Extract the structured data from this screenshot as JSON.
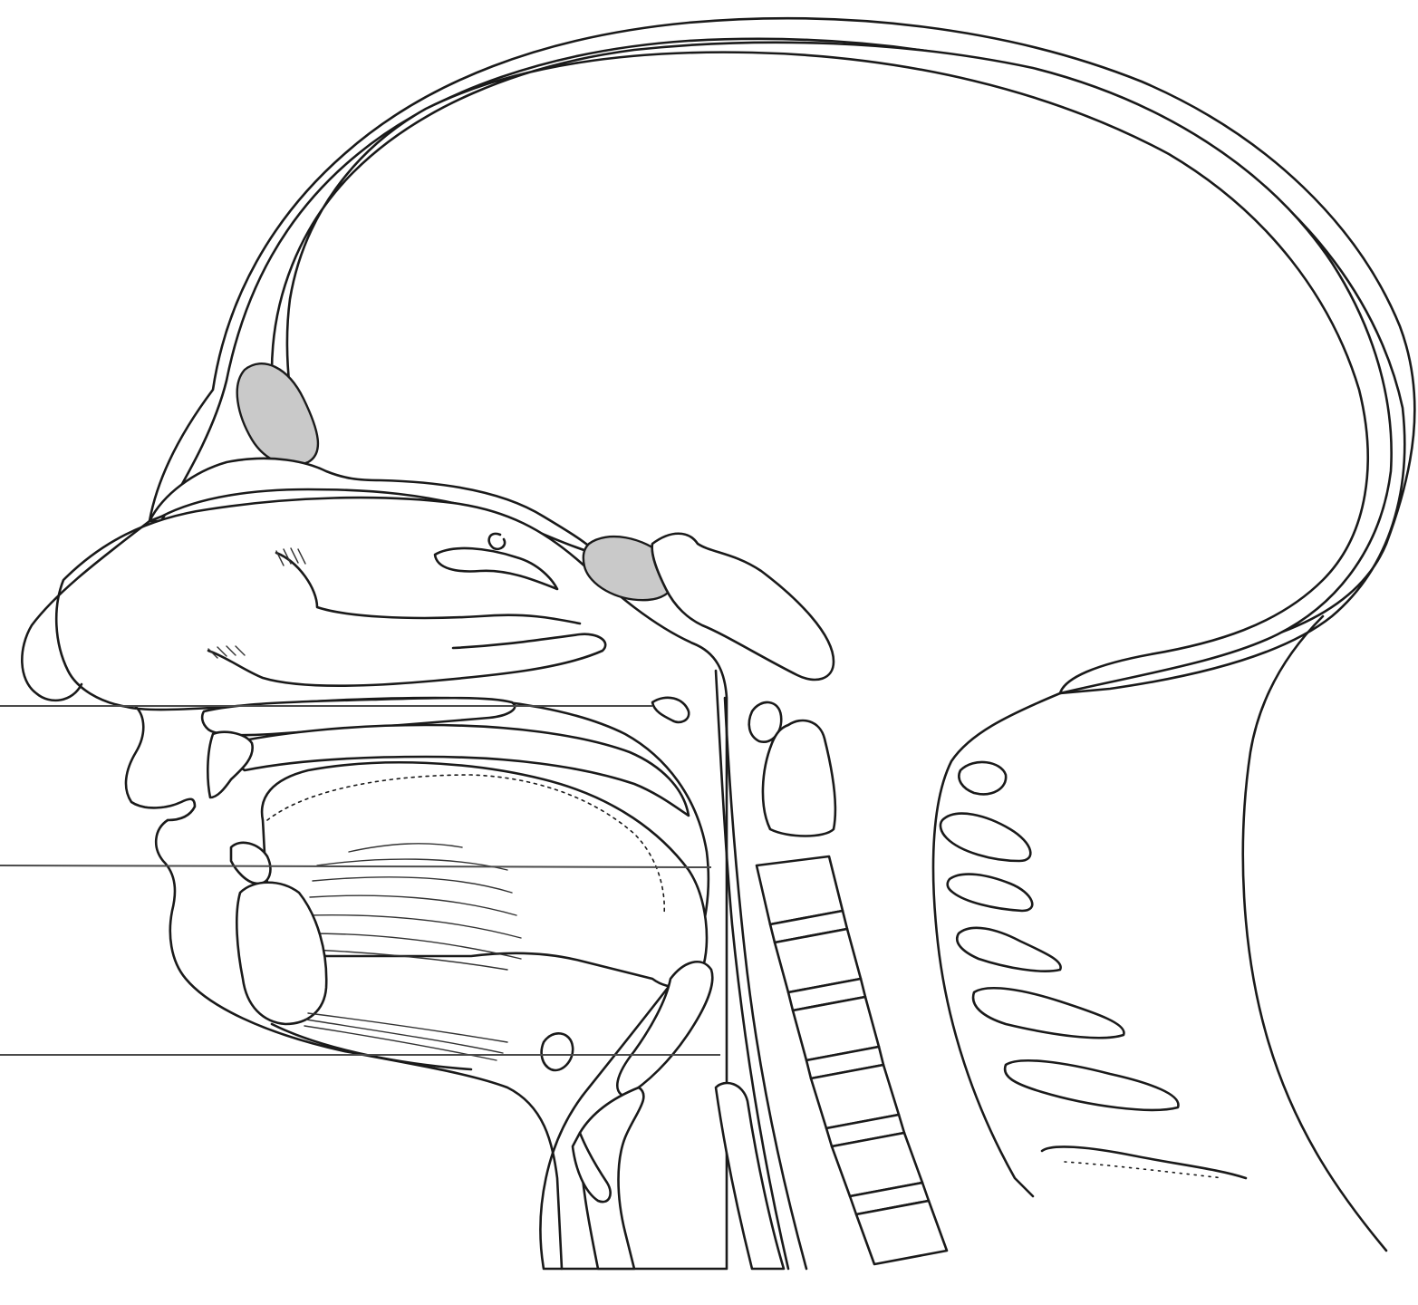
{
  "figure": {
    "subject": "sagittal-section-head-neck",
    "colors": {
      "background": "#ffffff",
      "outline": "#1a1a1a",
      "airway_fill": "#f2dfd3",
      "bone_fill": "#ffffff",
      "pointer_line": "#4a4a4a"
    },
    "leader_lines": [
      {
        "id": "line-1"
      },
      {
        "id": "line-2"
      },
      {
        "id": "line-3"
      }
    ]
  }
}
